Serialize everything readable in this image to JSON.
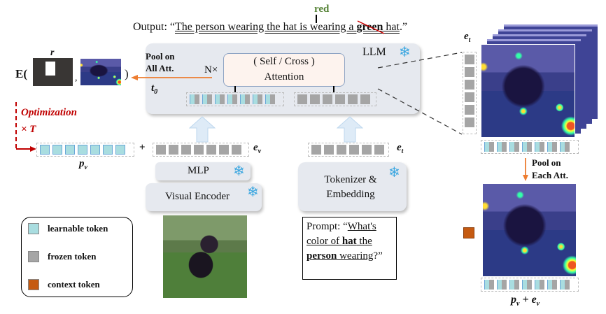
{
  "output": {
    "prefix": "Output: “",
    "sentence_start": "The person wearing the hat is wearing a ",
    "wrong_word": "green",
    "sentence_end": " hat",
    "suffix": ".”",
    "correction": "red"
  },
  "llm": {
    "label": "LLM",
    "attention_line1": "( Self / Cross )",
    "attention_line2": "Attention",
    "repeat": "N×",
    "pool_all_line1": "Pool on",
    "pool_all_line2": "All Att.",
    "t0": "t",
    "t0_sub": "0"
  },
  "energy": {
    "prefix": "E(",
    "region_label": "r",
    "comma": ",",
    "suffix": ")"
  },
  "optimization": {
    "label": "Optimization",
    "times": "× T"
  },
  "labels": {
    "pv": "p",
    "pv_sub": "v",
    "plus": "+",
    "ev": "e",
    "ev_sub": "v",
    "et": "e",
    "et_sub": "t",
    "et_right": "e",
    "et_right_sub": "t",
    "combo": "p",
    "combo_sub": "v",
    "combo_plus": " + e",
    "combo_sub2": "v"
  },
  "modules": {
    "mlp": "MLP",
    "visual_encoder": "Visual Encoder",
    "tokenizer_line1": "Tokenizer &",
    "tokenizer_line2": "Embedding"
  },
  "prompt": {
    "prefix": "Prompt: “",
    "q1": "What's",
    "q2": "color of ",
    "hat": "hat",
    "q3": " the",
    "person": "person",
    "q4": " wearing",
    "q5": "?”"
  },
  "legend": [
    {
      "label": "learnable token",
      "color": "#a9dde0"
    },
    {
      "label": "frozen token",
      "color": "#a5a5a5"
    },
    {
      "label": "context token",
      "color": "#c55a11"
    }
  ],
  "pool_each": {
    "line1": "Pool on",
    "line2": "Each Att."
  },
  "colors": {
    "correction": "#548235",
    "optimization": "#c00000",
    "arrow": "#ed7d31"
  }
}
